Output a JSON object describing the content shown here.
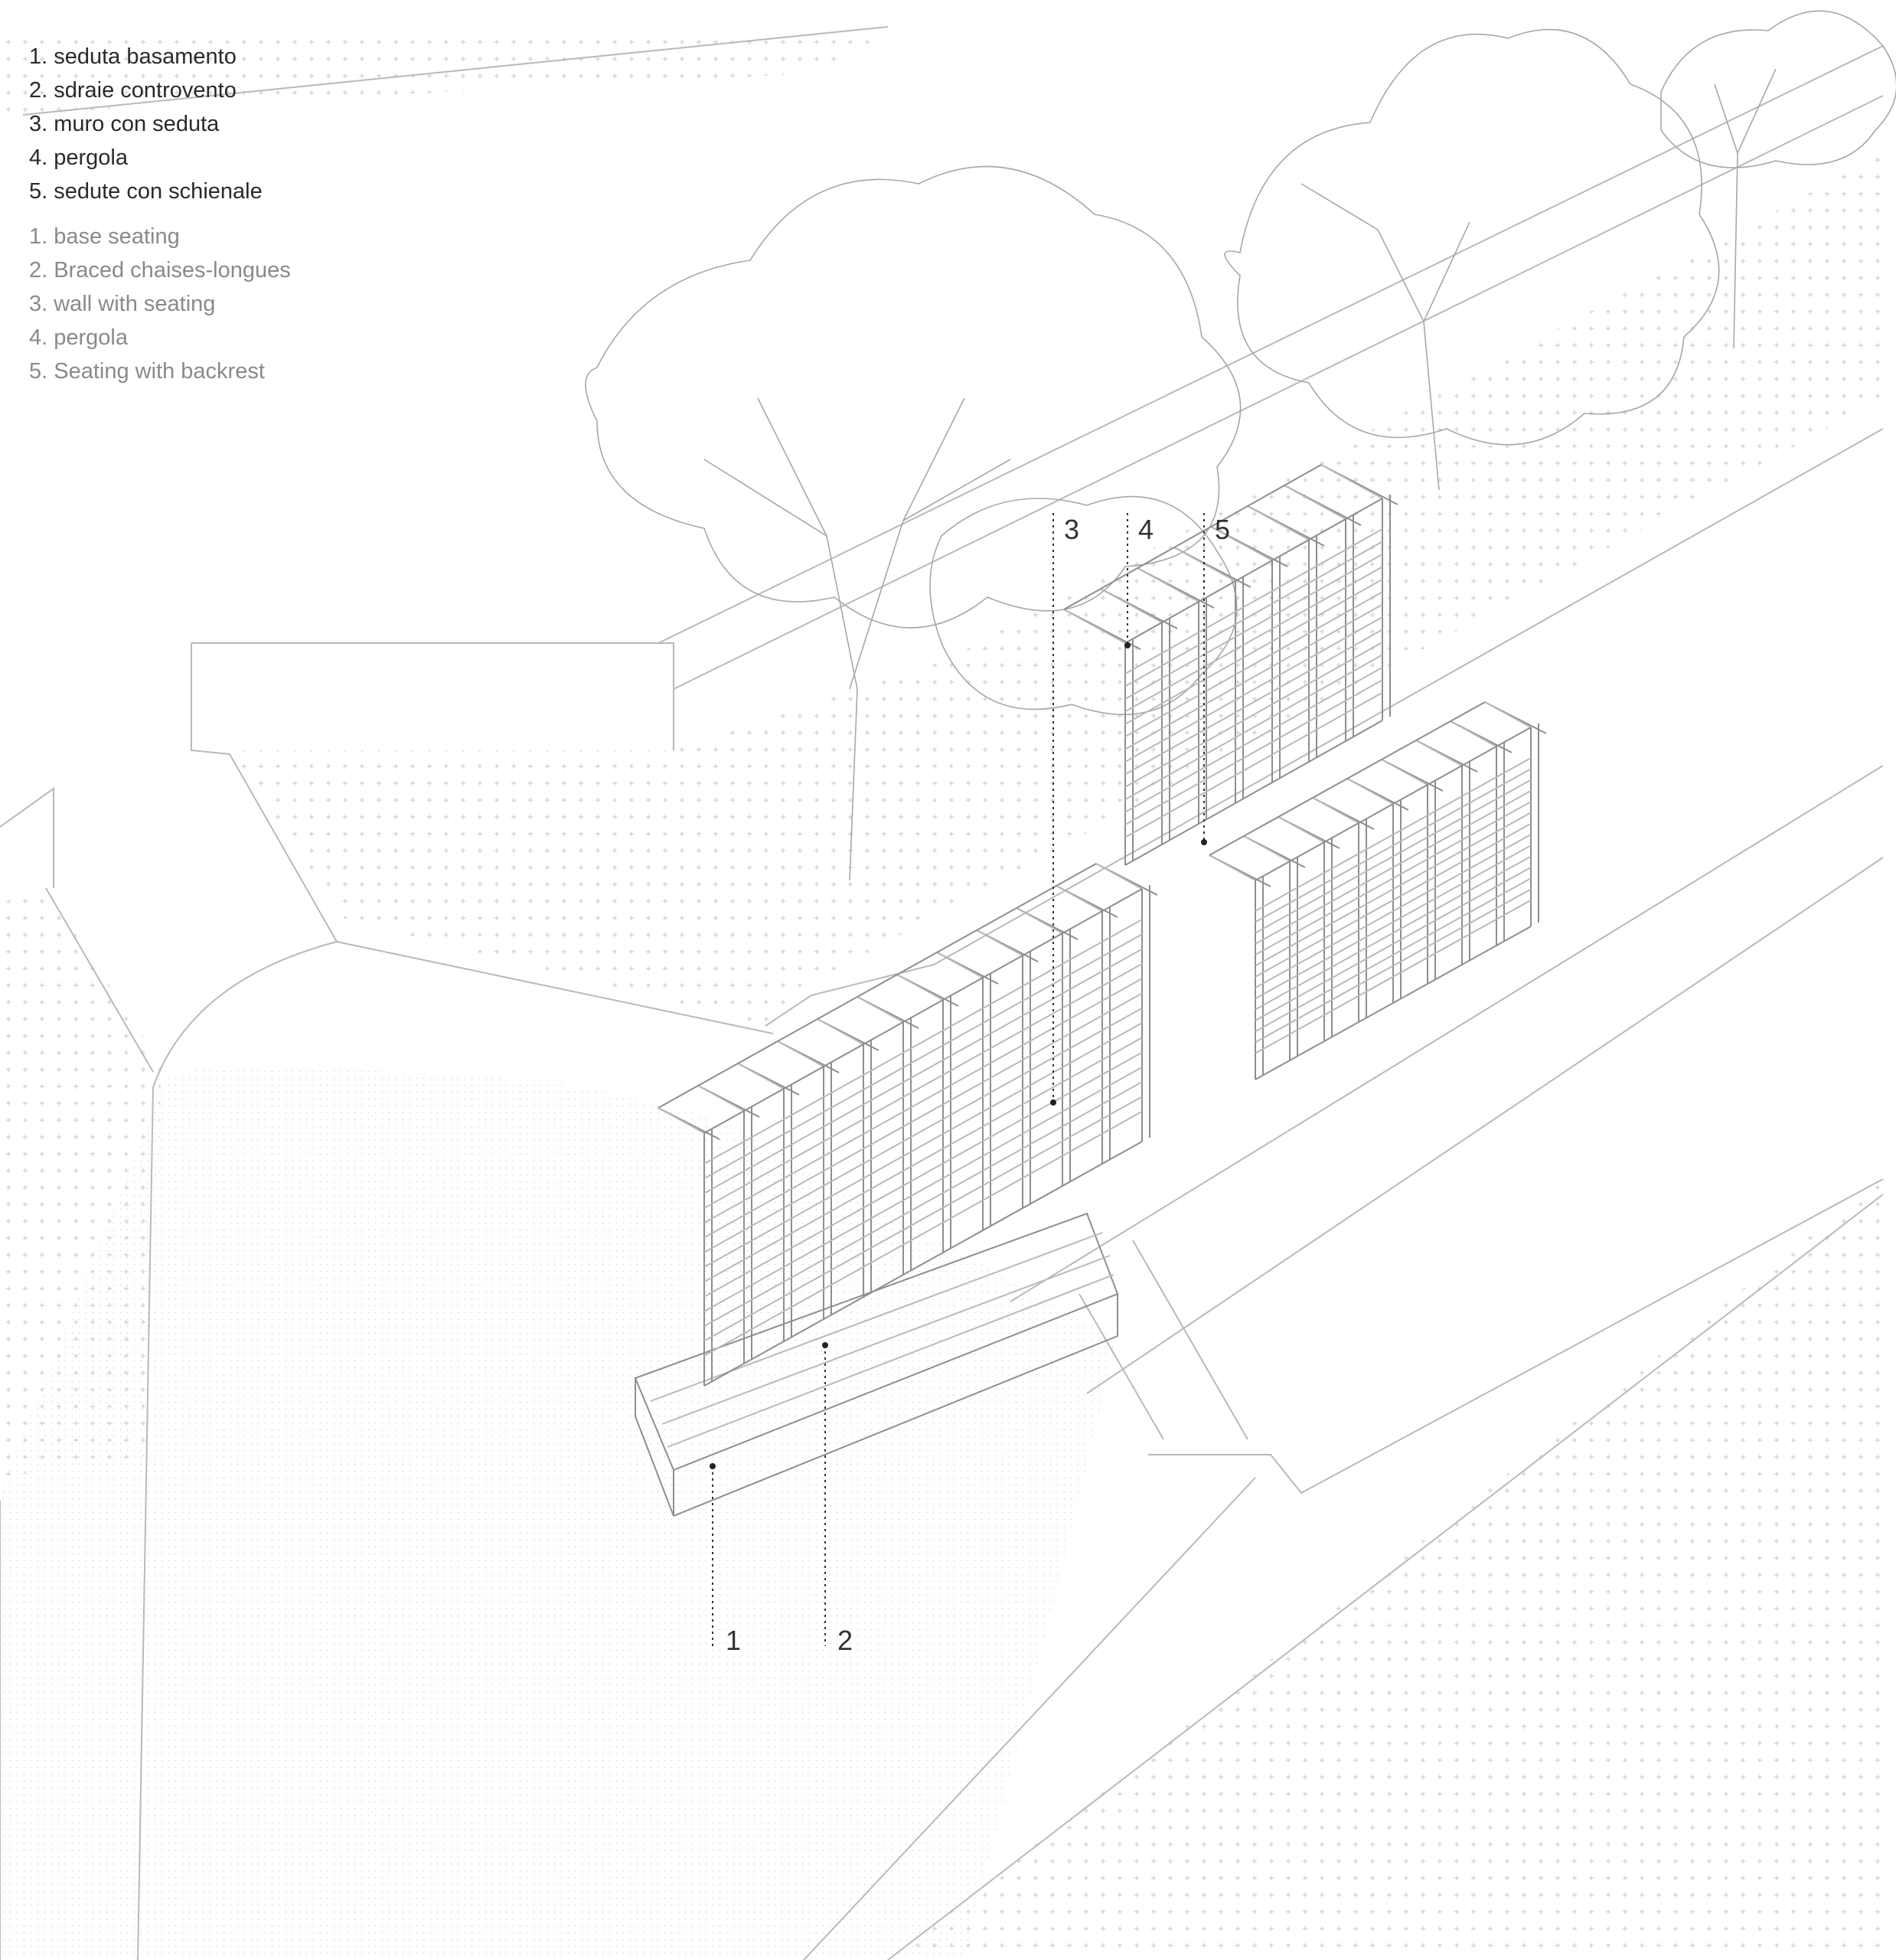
{
  "legend_it": [
    "1. seduta basamento",
    "2. sdraie controvento",
    "3. muro con seduta",
    "4. pergola",
    "5. sedute con schienale"
  ],
  "legend_en": [
    "1. base seating",
    "2. Braced chaises-longues",
    "3. wall with seating",
    "4. pergola",
    "5. Seating with backrest"
  ],
  "callouts": [
    "1",
    "2",
    "3",
    "4",
    "5"
  ],
  "colors": {
    "line": "#b9b9b9",
    "hatch": "#c4c4c4",
    "legend_primary": "#2a2a2a",
    "legend_secondary": "#8a8a8a"
  }
}
